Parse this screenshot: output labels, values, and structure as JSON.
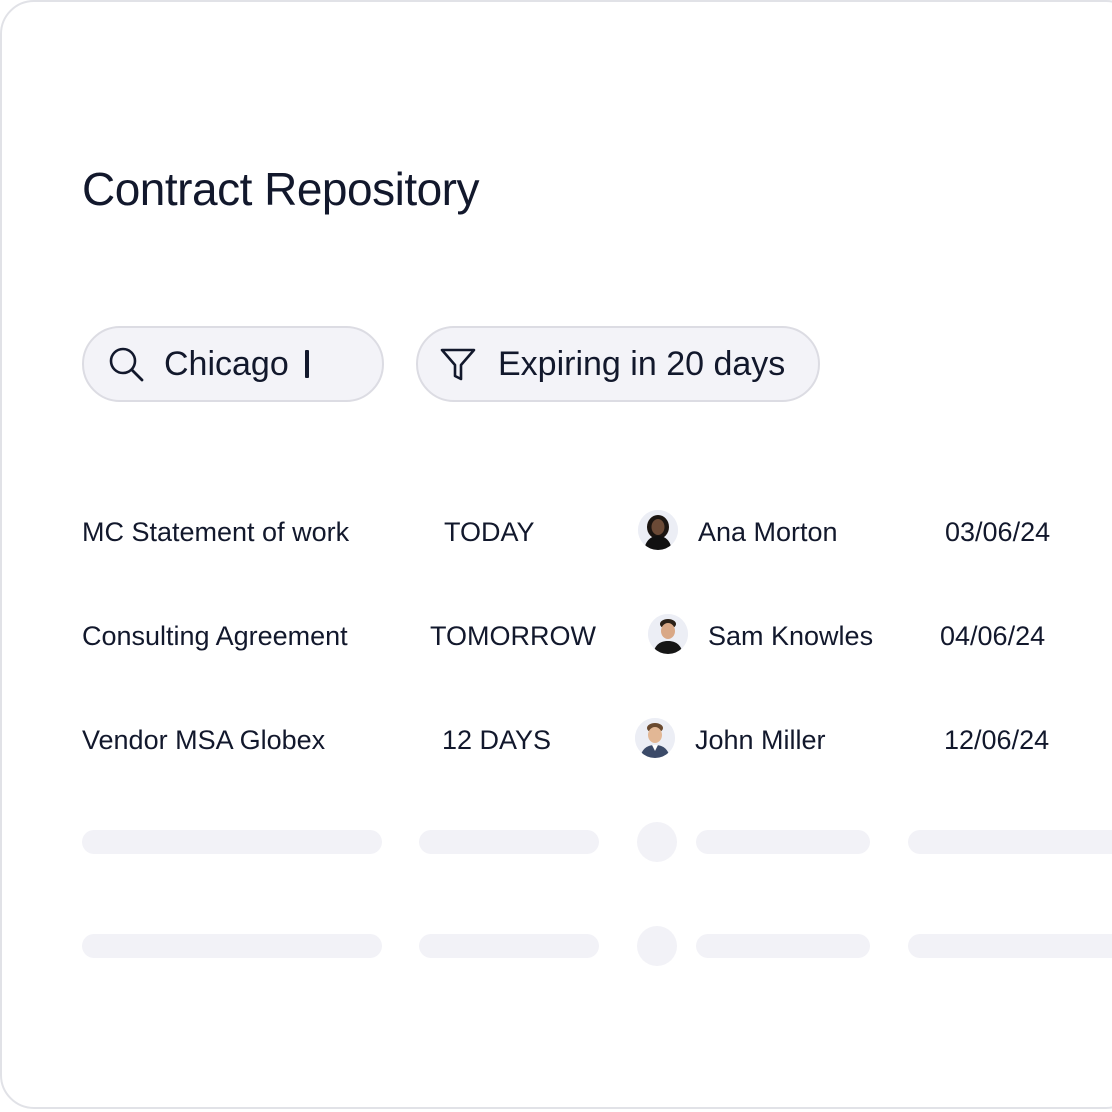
{
  "page": {
    "title": "Contract Repository"
  },
  "search": {
    "value": "Chicago",
    "icon": "search-icon"
  },
  "filter": {
    "label": "Expiring in 20 days",
    "icon": "filter-icon"
  },
  "contracts": [
    {
      "name": "MC Statement of work",
      "due": "TODAY",
      "owner": "Ana Morton",
      "date": "03/06/24"
    },
    {
      "name": "Consulting Agreement",
      "due": "TOMORROW",
      "owner": "Sam Knowles",
      "date": "04/06/24"
    },
    {
      "name": "Vendor MSA Globex",
      "due": "12 DAYS",
      "owner": "John Miller",
      "date": "12/06/24"
    }
  ],
  "colors": {
    "text": "#12182c",
    "pill_background": "#f3f3f8",
    "pill_border": "#dcdce3",
    "skeleton": "#f2f2f7",
    "card_border": "#e1e2e7"
  }
}
